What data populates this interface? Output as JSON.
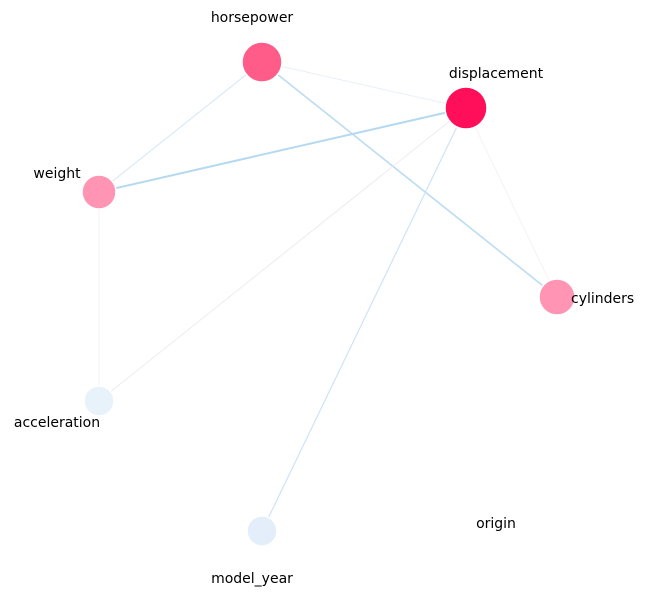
{
  "graph": {
    "nodes": [
      {
        "id": "horsepower",
        "label": "horsepower",
        "color": "#ff5c8a"
      },
      {
        "id": "displacement",
        "label": "displacement",
        "color": "#ff0f5a"
      },
      {
        "id": "weight",
        "label": "weight",
        "color": "#ff94b4"
      },
      {
        "id": "cylinders",
        "label": "cylinders",
        "color": "#ff94b4"
      },
      {
        "id": "acceleration",
        "label": "acceleration",
        "color": "#e8f2fb"
      },
      {
        "id": "model_year",
        "label": "model_year",
        "color": "#e3eefa"
      },
      {
        "id": "origin",
        "label": "origin",
        "color": "#ffffff"
      }
    ],
    "edges": [
      {
        "source": "horsepower",
        "target": "displacement",
        "color": "#e8f0f8"
      },
      {
        "source": "horsepower",
        "target": "weight",
        "color": "#d2e6f6"
      },
      {
        "source": "horsepower",
        "target": "cylinders",
        "color": "#bcdcf2"
      },
      {
        "source": "displacement",
        "target": "weight",
        "color": "#b4d9f0"
      },
      {
        "source": "displacement",
        "target": "acceleration",
        "color": "#ece6ec"
      },
      {
        "source": "displacement",
        "target": "model_year",
        "color": "#cfe3f5"
      },
      {
        "source": "displacement",
        "target": "cylinders",
        "color": "#f4eef2"
      },
      {
        "source": "weight",
        "target": "acceleration",
        "color": "#f2eef2"
      }
    ]
  }
}
